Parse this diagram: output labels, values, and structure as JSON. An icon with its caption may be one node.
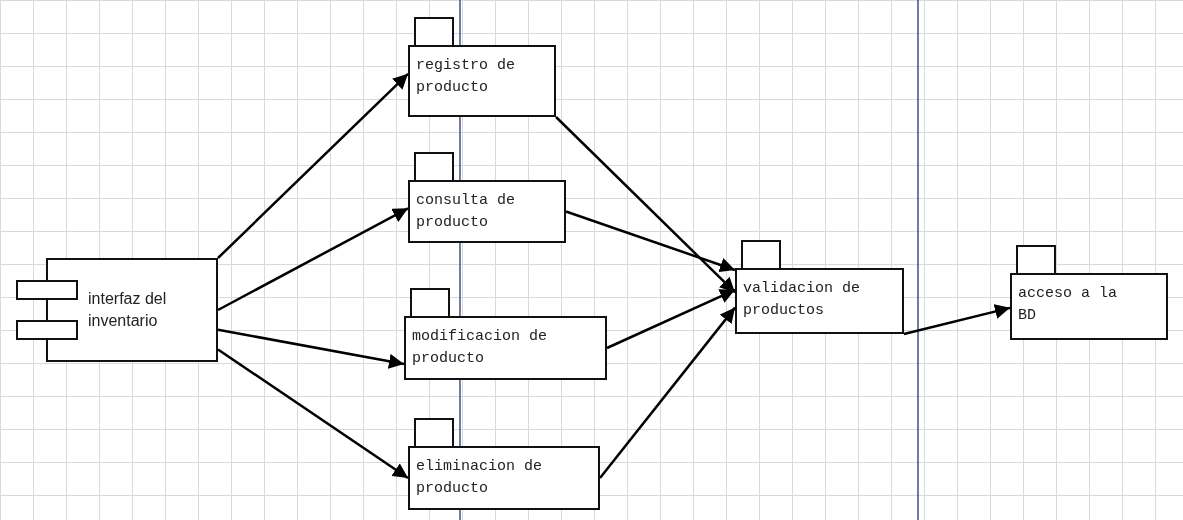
{
  "diagram": {
    "nodes": [
      {
        "text": [
          "interfaz del inventario"
        ]
      },
      {
        "text": [
          "registro de producto"
        ]
      },
      {
        "text": [
          "consulta de producto"
        ]
      },
      {
        "text": [
          "modificacion de producto"
        ]
      },
      {
        "text": [
          "eliminacion de producto"
        ]
      },
      {
        "text": [
          "validacion de productos"
        ]
      },
      {
        "text": [
          "acceso a la BD"
        ]
      }
    ],
    "edges": [
      {
        "from": 0,
        "to": 1,
        "arrow": "to"
      },
      {
        "from": 0,
        "to": 2,
        "arrow": "to"
      },
      {
        "from": 0,
        "to": 3,
        "arrow": "to"
      },
      {
        "from": 0,
        "to": 4,
        "arrow": "to"
      },
      {
        "from": 1,
        "to": 5,
        "arrow": "to"
      },
      {
        "from": 2,
        "to": 5,
        "arrow": "to"
      },
      {
        "from": 3,
        "to": 5,
        "arrow": "to"
      },
      {
        "from": 4,
        "to": 5,
        "arrow": "to"
      },
      {
        "from": 5,
        "to": 6,
        "arrow": "to"
      }
    ]
  }
}
